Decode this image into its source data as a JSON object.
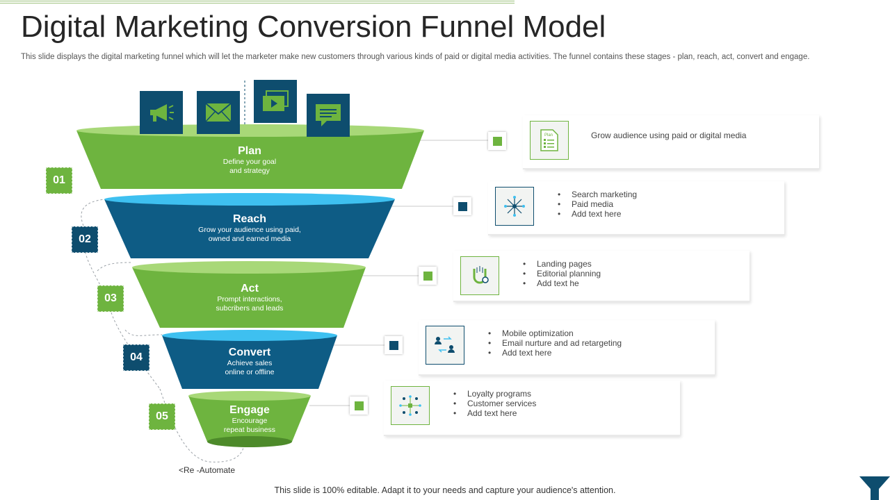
{
  "title": "Digital Marketing Conversion Funnel Model",
  "subtitle": "This slide displays the digital marketing funnel which will  let the marketer make new customers through various kinds of paid or digital media activities. The funnel contains these stages  - plan, reach, act,  convert and engage.",
  "footer": "This slide is 100% editable. Adapt it to your needs and capture your audience's attention.",
  "automate_label": "<Re -Automate",
  "colors": {
    "green": "#6eb43f",
    "blue": "#0e4d6e",
    "green_light": "#a8d878",
    "blue_light": "#3ec0f0"
  },
  "top_icons": [
    "megaphone-icon",
    "envelope-icon",
    "video-icon",
    "chat-icon"
  ],
  "stages": [
    {
      "number": "01",
      "name": "Plan",
      "description": "Define your goal\nand  strategy",
      "color": "green",
      "icon": "plan-document-icon",
      "points": [],
      "summary": "Grow audience using paid or digital media"
    },
    {
      "number": "02",
      "name": "Reach",
      "description": "Grow your audience using paid,\nowned and earned media",
      "color": "blue",
      "icon": "network-icon",
      "points": [
        "Search marketing",
        "Paid media",
        "Add text here"
      ]
    },
    {
      "number": "03",
      "name": "Act",
      "description": "Prompt interactions,\nsubcribers and leads",
      "color": "green",
      "icon": "magnet-icon",
      "points": [
        "Landing pages",
        "Editorial planning",
        "Add text he"
      ]
    },
    {
      "number": "04",
      "name": "Convert",
      "description": "Achieve sales\nonline or offline",
      "color": "blue",
      "icon": "exchange-users-icon",
      "points": [
        "Mobile optimization",
        "Email nurture and ad  retargeting",
        "Add text here"
      ]
    },
    {
      "number": "05",
      "name": "Engage",
      "description": "Encourage\nrepeat business",
      "color": "green",
      "icon": "community-icon",
      "points": [
        "Loyalty programs",
        "Customer services",
        "Add text here"
      ]
    }
  ]
}
